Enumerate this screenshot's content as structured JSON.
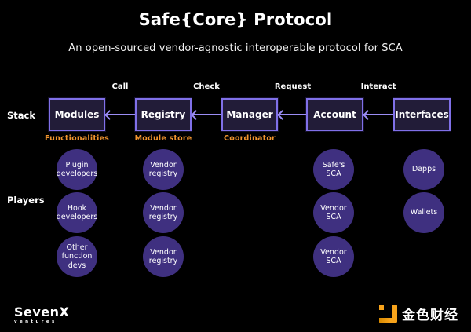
{
  "header": {
    "title": "Safe{Core} Protocol",
    "subtitle": "An open-sourced vendor-agnostic interoperable protocol for SCA"
  },
  "stack": {
    "row_label": "Stack",
    "boxes": [
      {
        "label": "Modules"
      },
      {
        "label": "Registry"
      },
      {
        "label": "Manager"
      },
      {
        "label": "Account"
      },
      {
        "label": "Interfaces"
      }
    ],
    "arrow_labels": [
      "Call",
      "Check",
      "Request",
      "Interact"
    ],
    "tags": [
      {
        "label": "Functionalities"
      },
      {
        "label": "Module store"
      },
      {
        "label": "Coordinator"
      }
    ]
  },
  "players": {
    "row_label": "Players",
    "circles": [
      {
        "label": "Plugin\ndevelopers"
      },
      {
        "label": "Vendor\nregistry"
      },
      {
        "label": "Safe's\nSCA"
      },
      {
        "label": "Dapps"
      },
      {
        "label": "Hook\ndevelopers"
      },
      {
        "label": "Vendor\nregistry"
      },
      {
        "label": "Vendor\nSCA"
      },
      {
        "label": "Wallets"
      },
      {
        "label": "Other\nfunction\ndevs"
      },
      {
        "label": "Vendor\nregistry"
      },
      {
        "label": "Vendor\nSCA"
      }
    ]
  },
  "footer": {
    "sevenx": {
      "name": "SevenX",
      "sub": "ventures"
    },
    "jinse": {
      "text": "金色财经"
    }
  },
  "colors": {
    "background": "#000000",
    "box_fill": "#221c38",
    "box_border": "#8070e8",
    "arrow_purple": "#9b8df5",
    "circle_fill": "#3f3080",
    "label_orange": "#f2952e",
    "brand_orange": "#f7a31b"
  }
}
